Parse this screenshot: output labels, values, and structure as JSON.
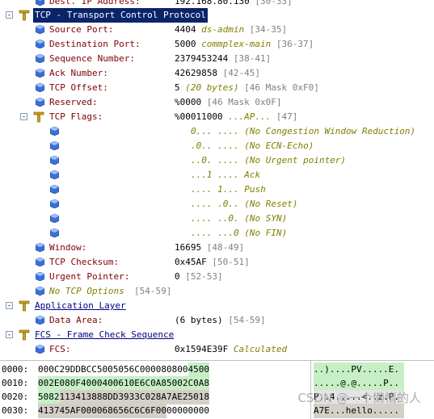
{
  "top_row": {
    "name": "Dest. IP Address:",
    "value": "192.168.80.130",
    "range": "[30-33]"
  },
  "tcp": {
    "label": "TCP - Transport Control Protocol",
    "toggle": "-"
  },
  "fields": [
    {
      "name": "Source Port:",
      "value": "4404",
      "desc": "ds-admin",
      "range": "[34-35]"
    },
    {
      "name": "Destination Port:",
      "value": "5000",
      "desc": "commplex-main",
      "range": "[36-37]"
    },
    {
      "name": "Sequence Number:",
      "value": "2379453244",
      "range": "[38-41]"
    },
    {
      "name": "Ack Number:",
      "value": "42629858",
      "range": "[42-45]"
    },
    {
      "name": "TCP Offset:",
      "value": "5",
      "desc": "(20 bytes)",
      "range": "[46 Mask 0xF0]"
    },
    {
      "name": "Reserved:",
      "value": "%0000",
      "range": "[46 Mask 0x0F]"
    }
  ],
  "flags": {
    "label": "TCP Flags:",
    "value": "%00011000",
    "desc": "...AP...",
    "range": "[47]",
    "toggle": "-"
  },
  "flag_bits": [
    "0... .... (No Congestion Window Reduction)",
    ".0.. .... (No ECN-Echo)",
    "..0. .... (No Urgent pointer)",
    "...1 .... Ack",
    ".... 1... Push",
    ".... .0.. (No Reset)",
    ".... ..0. (No SYN)",
    ".... ...0 (No FIN)"
  ],
  "fields2": [
    {
      "name": "Window:",
      "value": "16695",
      "range": "[48-49]"
    },
    {
      "name": "TCP Checksum:",
      "value": "0x45AF",
      "range": "[50-51]"
    },
    {
      "name": "Urgent Pointer:",
      "value": "0",
      "range": "[52-53]"
    },
    {
      "name": "No TCP Options",
      "range": "[54-59]"
    }
  ],
  "app": {
    "label": "Application Layer",
    "toggle": "-"
  },
  "data_area": {
    "name": "Data Area:",
    "value": "(6 bytes)",
    "range": "[54-59]"
  },
  "fcs": {
    "label": "FCS - Frame Check Sequence",
    "toggle": "-"
  },
  "fcs_field": {
    "name": "FCS:",
    "value": "0x1594E39F",
    "desc": "Calculated"
  },
  "hex_rows": [
    {
      "offset": "0000:",
      "bytes": [
        "00",
        "0C",
        "29",
        "DD",
        "BC",
        "C5",
        "00",
        "50",
        "56",
        "C0",
        "00",
        "08",
        "08",
        "00",
        "45",
        "00"
      ],
      "ascii": "..)....PV.....E."
    },
    {
      "offset": "0010:",
      "bytes": [
        "00",
        "2E",
        "08",
        "0F",
        "40",
        "00",
        "40",
        "06",
        "10",
        "E6",
        "C0",
        "A8",
        "50",
        "02",
        "C0",
        "A8"
      ],
      "ascii": ".....@.@.....P.."
    },
    {
      "offset": "0020:",
      "bytes": [
        "50",
        "82",
        "11",
        "34",
        "13",
        "88",
        "8D",
        "D3",
        "93",
        "3C",
        "02",
        "8A",
        "7A",
        "E2",
        "50",
        "18"
      ],
      "ascii": "P..4.....<..z.P."
    },
    {
      "offset": "0030:",
      "bytes": [
        "41",
        "37",
        "45",
        "AF",
        "00",
        "00",
        "68",
        "65",
        "6C",
        "6C",
        "6F",
        "00",
        "00",
        "00",
        "00",
        "00"
      ],
      "ascii": "A7E...hello....."
    }
  ],
  "watermark": "CSDN @一个懒惰的人",
  "colors": {
    "field_name": "#800000",
    "section": "#000080",
    "selected_bg": "#0a246a",
    "desc": "#808000",
    "range": "#808080",
    "hex_highlight": "#c6efc6",
    "cube": "#3a6fd8"
  }
}
